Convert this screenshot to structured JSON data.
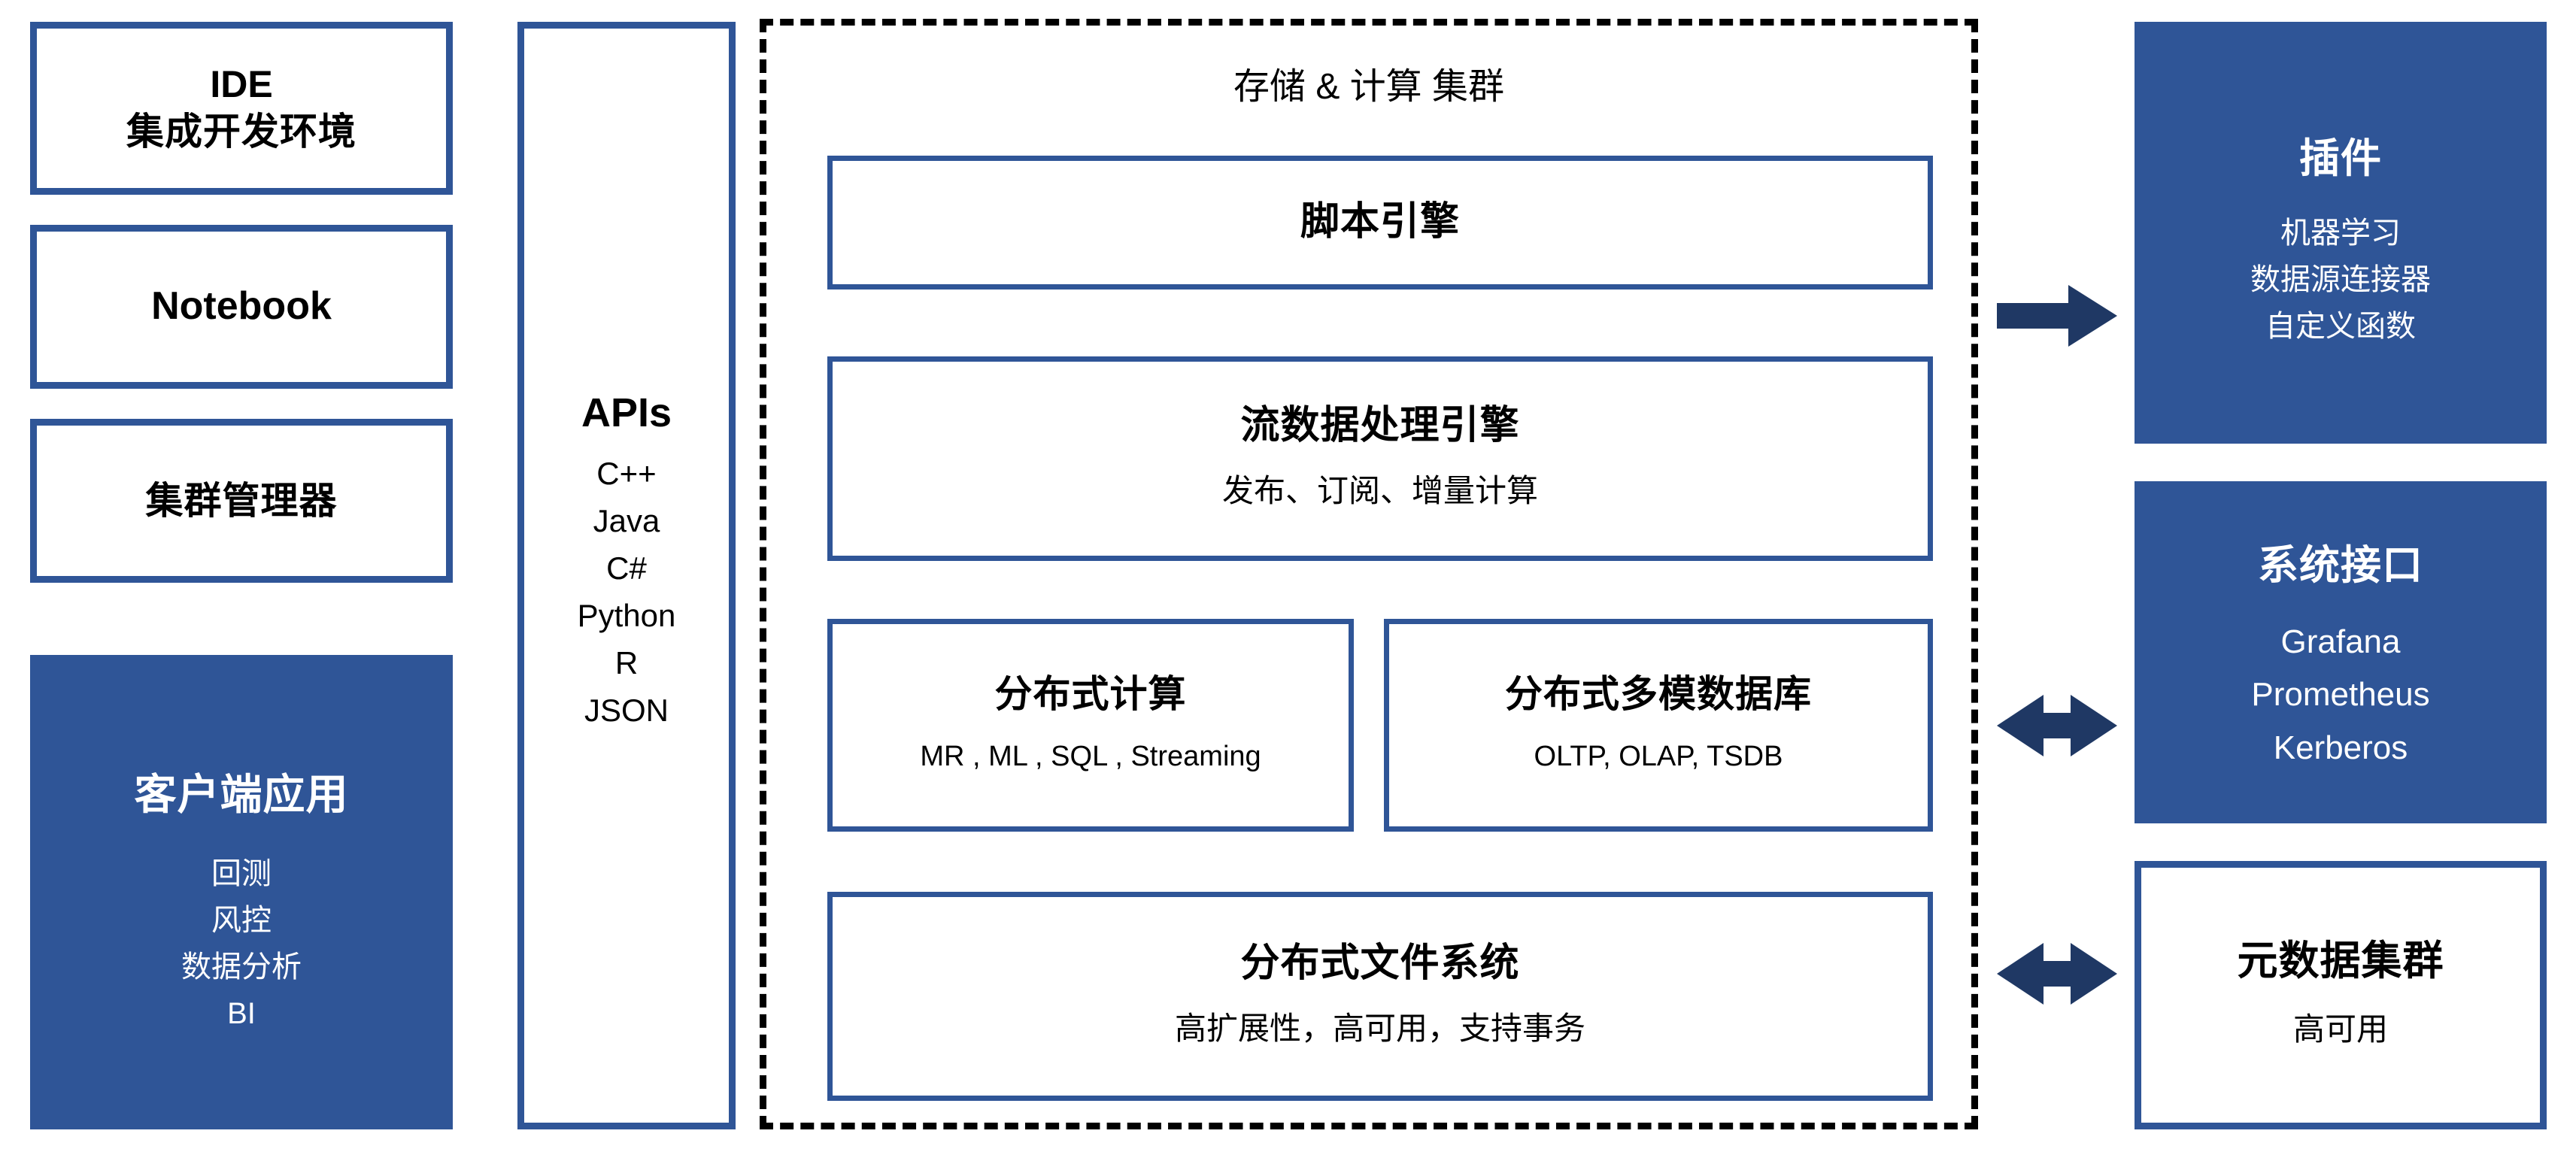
{
  "diagram": {
    "left_column": {
      "ide": {
        "line1": "IDE",
        "line2": "集成开发环境"
      },
      "notebook": {
        "label": "Notebook"
      },
      "cluster_manager": {
        "label": "集群管理器"
      },
      "client_app": {
        "title": "客户端应用",
        "items": [
          "回测",
          "风控",
          "数据分析",
          "BI"
        ]
      }
    },
    "apis": {
      "title": "APIs",
      "items": [
        "C++",
        "Java",
        "C#",
        "Python",
        "R",
        "JSON"
      ]
    },
    "cluster": {
      "title": "存储 & 计算 集群",
      "script_engine": {
        "title": "脚本引擎"
      },
      "stream_engine": {
        "title": "流数据处理引擎",
        "subtitle": "发布、订阅、增量计算"
      },
      "distributed_compute": {
        "title": "分布式计算",
        "subtitle": "MR , ML , SQL , Streaming"
      },
      "multimodel_db": {
        "title": "分布式多模数据库",
        "subtitle": "OLTP, OLAP, TSDB"
      },
      "distributed_fs": {
        "title": "分布式文件系统",
        "subtitle": "高扩展性，高可用，支持事务"
      }
    },
    "right_column": {
      "plugins": {
        "title": "插件",
        "items": [
          "机器学习",
          "数据源连接器",
          "自定义函数"
        ]
      },
      "system_interface": {
        "title": "系统接口",
        "items": [
          "Grafana",
          "Prometheus",
          "Kerberos"
        ]
      },
      "metadata_cluster": {
        "title": "元数据集群",
        "subtitle": "高可用"
      }
    },
    "arrows": [
      {
        "name": "arrow-to-plugins",
        "direction": "right"
      },
      {
        "name": "arrow-to-system-interface",
        "direction": "both"
      },
      {
        "name": "arrow-to-metadata-cluster",
        "direction": "both"
      }
    ],
    "colors": {
      "accent_blue": "#2F5597",
      "arrow_navy": "#1F3864",
      "cluster_border": "#000000",
      "text_dark": "#000000",
      "text_light": "#FFFFFF"
    }
  }
}
